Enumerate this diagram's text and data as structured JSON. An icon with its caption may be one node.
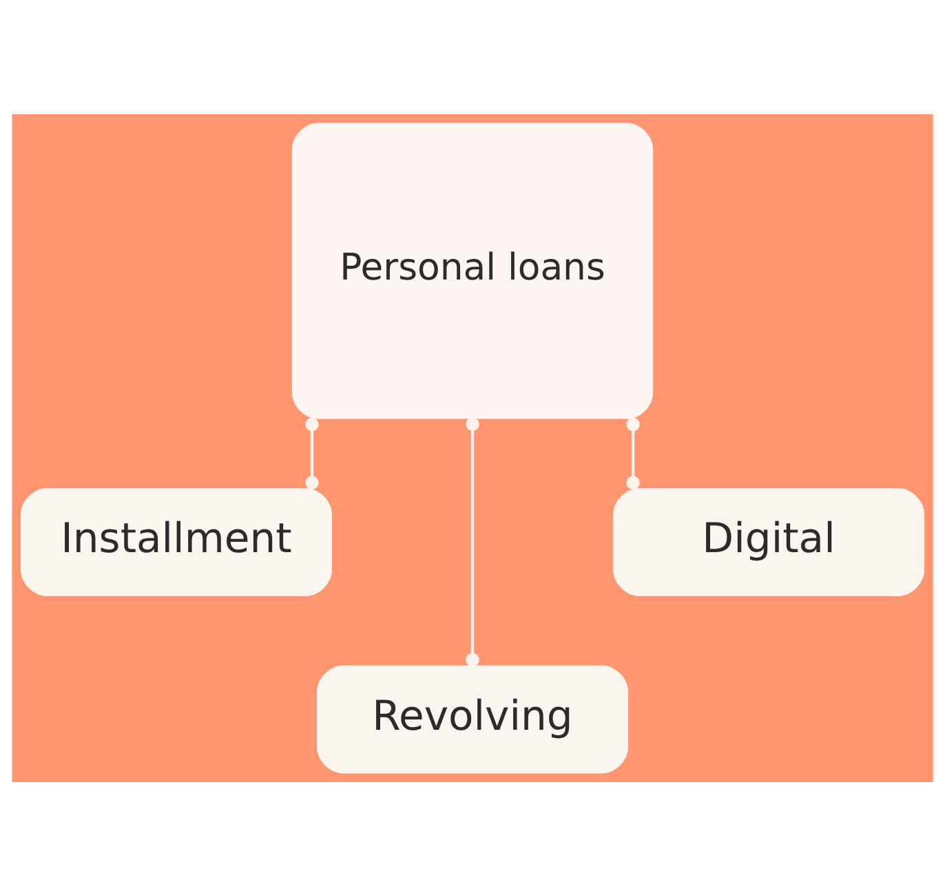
{
  "diagram": {
    "nodes": [
      {
        "text": [
          "Personal loans"
        ]
      },
      {
        "text": [
          "Installment"
        ]
      },
      {
        "text": [
          "Digital"
        ]
      },
      {
        "text": [
          "Revolving"
        ]
      }
    ],
    "edges": [
      {
        "from": 0,
        "to": 1,
        "arrow": "other"
      },
      {
        "from": 0,
        "to": 3,
        "arrow": "other"
      },
      {
        "from": 0,
        "to": 2,
        "arrow": "other"
      }
    ]
  }
}
